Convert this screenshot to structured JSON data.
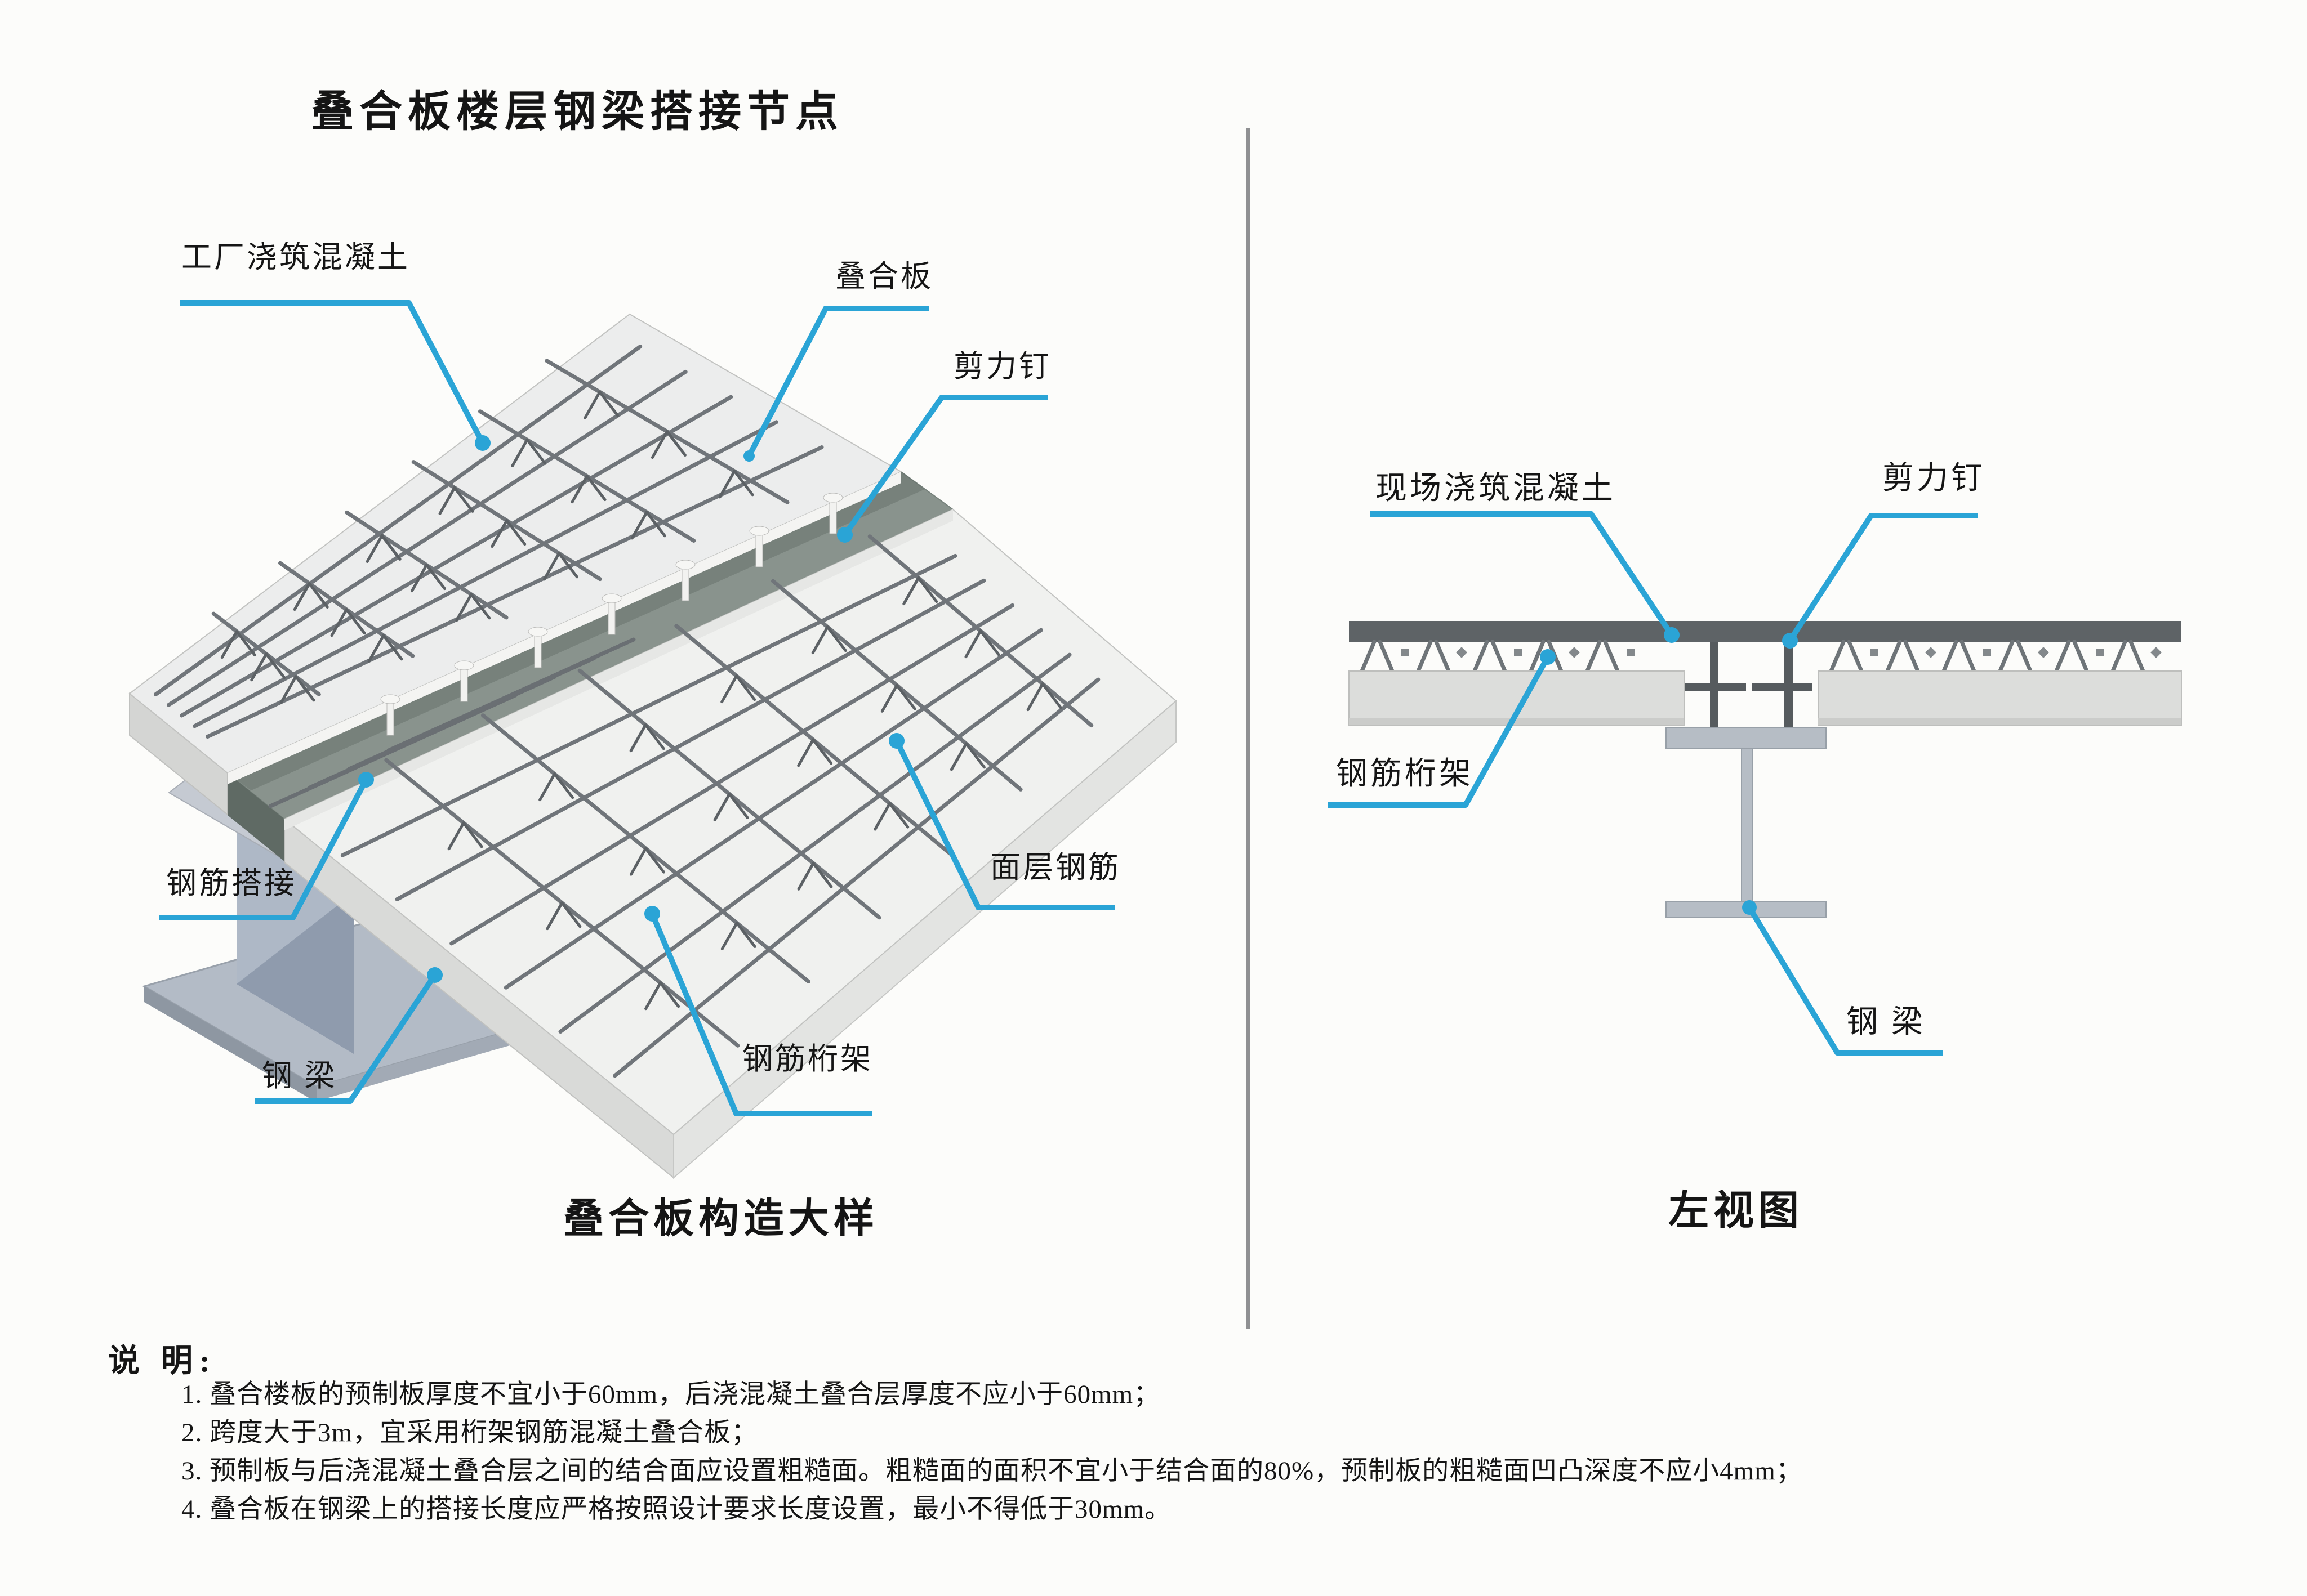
{
  "title": "叠合板楼层钢梁搭接节点",
  "left_diagram": {
    "caption": "叠合板构造大样",
    "labels": {
      "factory_concrete": "工厂浇筑混凝土",
      "composite_slab": "叠合板",
      "shear_stud": "剪力钉",
      "surface_rebar": "面层钢筋",
      "rebar_truss": "钢筋桁架",
      "rebar_lap": "钢筋搭接",
      "steel_beam": "钢 梁"
    }
  },
  "right_diagram": {
    "caption": "左视图",
    "labels": {
      "site_concrete": "现场浇筑混凝土",
      "shear_stud": "剪力钉",
      "rebar_truss": "钢筋桁架",
      "steel_beam": "钢 梁"
    }
  },
  "notes": {
    "heading": "说 明:",
    "items": [
      "1. 叠合楼板的预制板厚度不宜小于60mm，后浇混凝土叠合层厚度不应小于60mm；",
      "2. 跨度大于3m，宜采用桁架钢筋混凝土叠合板；",
      "3. 预制板与后浇混凝土叠合层之间的结合面应设置粗糙面。粗糙面的面积不宜小于结合面的80%，预制板的粗糙面凹凸深度不应小4mm；",
      "4. 叠合板在钢梁上的搭接长度应严格按照设计要求长度设置，最小不得低于30mm。"
    ]
  },
  "colors": {
    "leader_accent": "#2aa4d6",
    "topping_concrete": "#5e6366",
    "precast_slab": "#dcdddb",
    "steel_beam": "#b6bdc5",
    "dark_steel": "#565b5e",
    "joint_strip": "#89938d",
    "divider": "#8f9092"
  }
}
